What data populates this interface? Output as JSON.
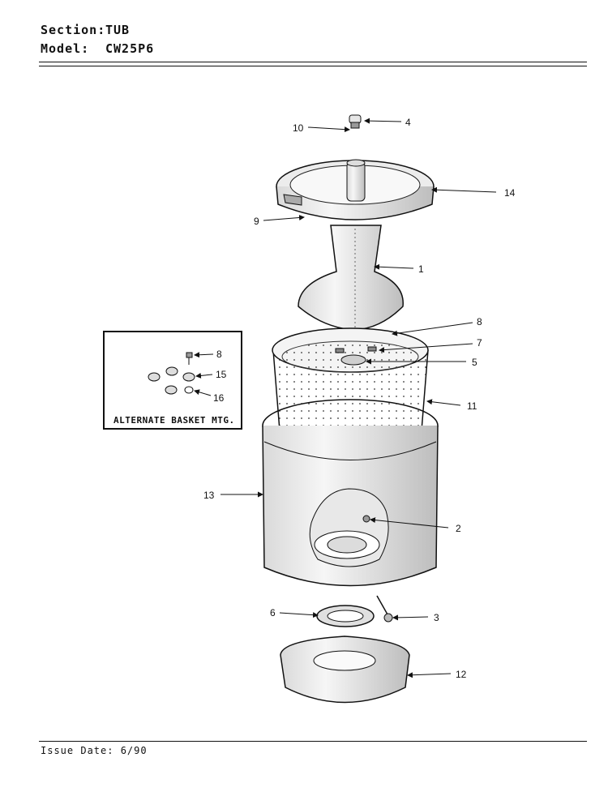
{
  "header": {
    "section_label": "Section:",
    "section_value": "TUB",
    "model_label": "Model:",
    "model_value": "CW25P6"
  },
  "inset": {
    "caption": "ALTERNATE BASKET MTG.",
    "callouts": [
      "8",
      "15",
      "16"
    ]
  },
  "callouts": {
    "c1": "1",
    "c2": "2",
    "c3": "3",
    "c4": "4",
    "c5": "5",
    "c6": "6",
    "c7": "7",
    "c8": "8",
    "c9": "9",
    "c10": "10",
    "c11": "11",
    "c12": "12",
    "c13": "13",
    "c14": "14"
  },
  "footer": {
    "issue_date": "Issue Date: 6/90"
  }
}
